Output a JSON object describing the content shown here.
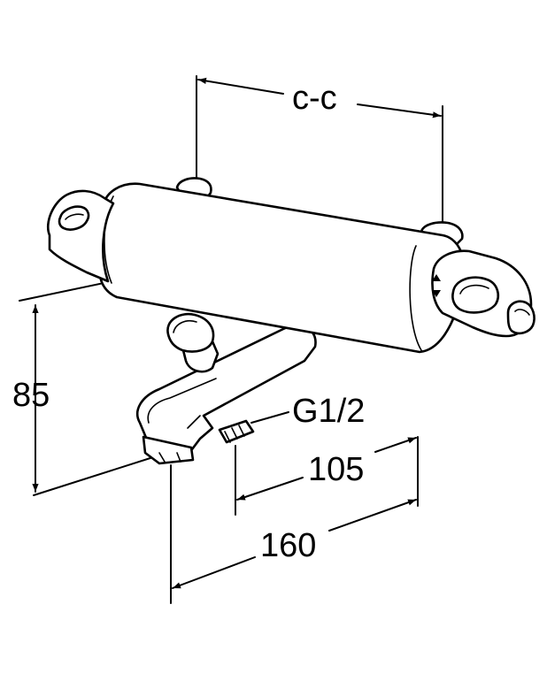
{
  "dimensions": {
    "center_to_center": "c-c",
    "height": "85",
    "thread": "G1/2",
    "depth_inner": "105",
    "depth_outer": "160"
  },
  "colors": {
    "line": "#000000",
    "background": "#ffffff"
  }
}
